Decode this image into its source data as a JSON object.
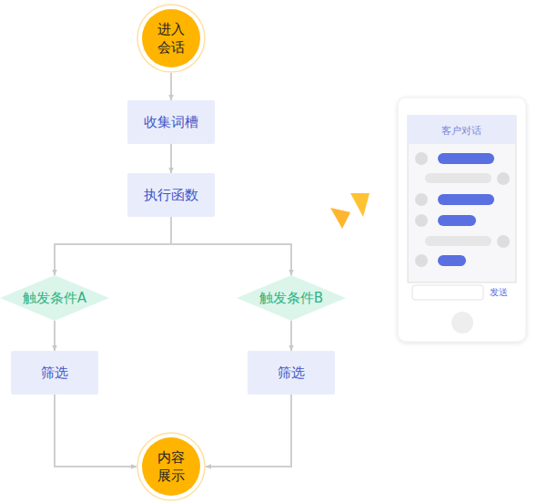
{
  "diagram": {
    "nodes": [
      {
        "text": [
          "进入 会话"
        ]
      },
      {
        "text": [
          "收集词槽"
        ]
      },
      {
        "text": [
          "执行函数"
        ]
      },
      {
        "text": [
          "触发条件A"
        ]
      },
      {
        "text": [
          "触发条件B"
        ]
      },
      {
        "text": [
          "筛选"
        ]
      },
      {
        "text": [
          "筛选"
        ]
      },
      {
        "text": [
          "内容 展示"
        ]
      }
    ],
    "edges": [
      {
        "from": 0,
        "to": 1,
        "arrow": "to"
      },
      {
        "from": 1,
        "to": 2,
        "arrow": "to"
      },
      {
        "from": 2,
        "to": 3,
        "arrow": "to"
      },
      {
        "from": 2,
        "to": 4,
        "arrow": "to"
      },
      {
        "from": 3,
        "to": 5,
        "arrow": "to"
      },
      {
        "from": 4,
        "to": 6,
        "arrow": "to"
      },
      {
        "from": 5,
        "to": 7,
        "arrow": "to"
      },
      {
        "from": 6,
        "to": 7,
        "arrow": "to"
      }
    ],
    "labels": [
      "客户对话",
      "发送"
    ]
  }
}
